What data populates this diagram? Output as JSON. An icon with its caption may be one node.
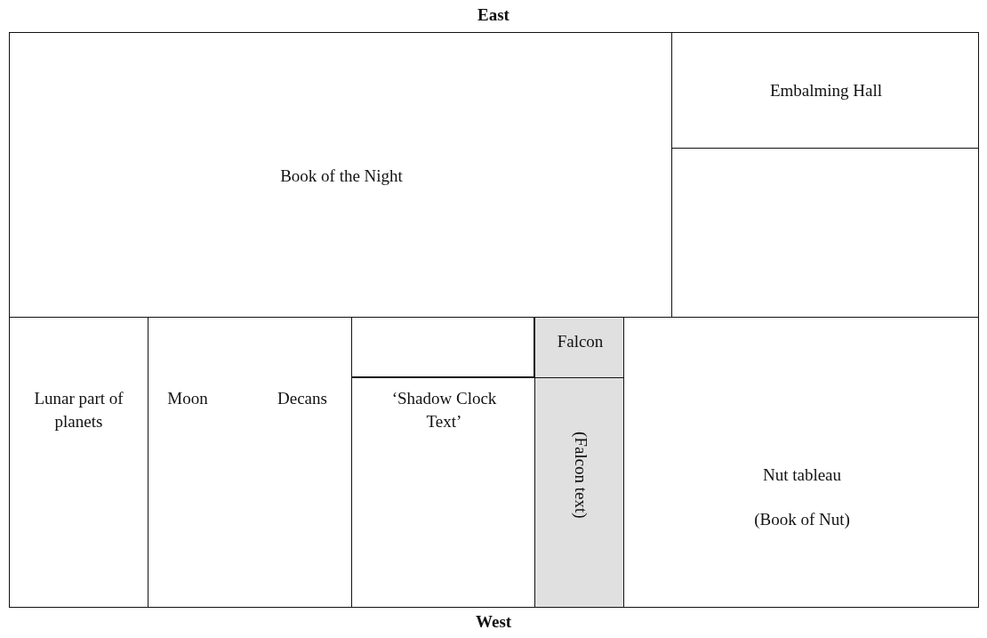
{
  "diagram": {
    "nodes": [
      {
        "text": [
          "Book of the Night"
        ]
      },
      {
        "text": [
          "Embalming Hall"
        ]
      },
      {
        "text": [],
        "shape": "box"
      },
      {
        "text": [
          "Lunar part of planets"
        ]
      },
      {
        "text": [
          "Moon",
          "Decans"
        ]
      },
      {
        "text": [],
        "shape": "box"
      },
      {
        "text": [
          "‘Shadow Clock Text’"
        ]
      },
      {
        "text": [
          "Falcon"
        ]
      },
      {
        "text": [
          "(Falcon text)"
        ]
      },
      {
        "text": [
          "Nut tableau",
          "(Book of Nut)"
        ]
      }
    ],
    "edges": [],
    "labels": [
      "East",
      "West"
    ]
  }
}
